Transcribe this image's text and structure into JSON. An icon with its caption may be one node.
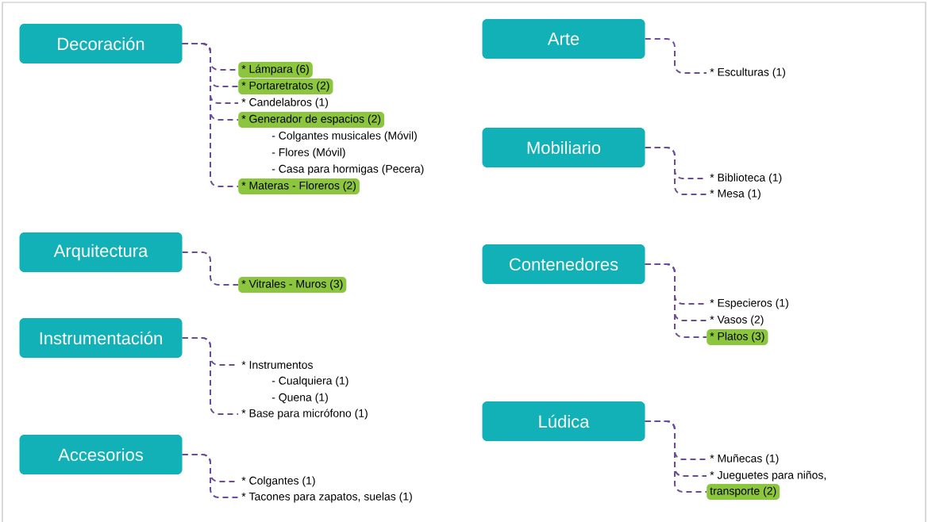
{
  "diagram": {
    "nodes": [
      {
        "text": [
          "Decoración"
        ]
      },
      {
        "text": [
          "* Lámpara (6)"
        ]
      },
      {
        "text": [
          "* Portaretratos (2)"
        ]
      },
      {
        "text": [
          "* Candelabros (1)"
        ]
      },
      {
        "text": [
          "* Generador de espacios (2)"
        ],
        "beside": [
          "- Colgantes musicales (Móvil)",
          "- Flores (Móvil)",
          "- Casa para hormigas (Pecera)"
        ]
      },
      {
        "text": [
          "* Materas - Floreros (2)"
        ]
      },
      {
        "text": [
          "Arquitectura"
        ]
      },
      {
        "text": [
          "* Vitrales - Muros (3)"
        ]
      },
      {
        "text": [
          "Instrumentación"
        ]
      },
      {
        "text": [
          "* Instrumentos"
        ],
        "beside": [
          "- Cualquiera (1)",
          "- Quena (1)"
        ]
      },
      {
        "text": [
          "* Base para micrófono (1)"
        ]
      },
      {
        "text": [
          "Accesorios"
        ]
      },
      {
        "text": [
          "* Colgantes (1)"
        ]
      },
      {
        "text": [
          "* Tacones para zapatos, suelas (1)"
        ]
      },
      {
        "text": [
          "Arte"
        ]
      },
      {
        "text": [
          "* Esculturas (1)"
        ]
      },
      {
        "text": [
          "Mobiliario"
        ]
      },
      {
        "text": [
          "* Biblioteca (1)"
        ]
      },
      {
        "text": [
          "* Mesa (1)"
        ]
      },
      {
        "text": [
          "Contenedores"
        ]
      },
      {
        "text": [
          "* Especieros (1)"
        ]
      },
      {
        "text": [
          "* Vasos (2)"
        ]
      },
      {
        "text": [
          "* Platos (3)"
        ]
      },
      {
        "text": [
          "Lúdica"
        ]
      },
      {
        "text": [
          "* Muñecas (1)"
        ]
      },
      {
        "text": [
          "* Jueguetes para niños,"
        ]
      },
      {
        "text": [
          "transporte (2)"
        ]
      }
    ],
    "edges": [
      {
        "from": 0,
        "to": 1,
        "arrow": "none",
        "style": "dashed"
      },
      {
        "from": 0,
        "to": 2,
        "arrow": "none",
        "style": "dashed"
      },
      {
        "from": 0,
        "to": 3,
        "arrow": "none",
        "style": "dashed"
      },
      {
        "from": 0,
        "to": 4,
        "arrow": "none",
        "style": "dashed"
      },
      {
        "from": 0,
        "to": 5,
        "arrow": "none",
        "style": "dashed"
      },
      {
        "from": 6,
        "to": 7,
        "arrow": "none",
        "style": "dashed"
      },
      {
        "from": 8,
        "to": 9,
        "arrow": "none",
        "style": "dashed"
      },
      {
        "from": 8,
        "to": 10,
        "arrow": "none",
        "style": "dashed"
      },
      {
        "from": 11,
        "to": 12,
        "arrow": "none",
        "style": "dashed"
      },
      {
        "from": 11,
        "to": 13,
        "arrow": "none",
        "style": "dashed"
      },
      {
        "from": 14,
        "to": 15,
        "arrow": "none",
        "style": "dashed"
      },
      {
        "from": 16,
        "to": 17,
        "arrow": "none",
        "style": "dashed"
      },
      {
        "from": 16,
        "to": 18,
        "arrow": "none",
        "style": "dashed"
      },
      {
        "from": 19,
        "to": 20,
        "arrow": "none",
        "style": "dashed"
      },
      {
        "from": 19,
        "to": 21,
        "arrow": "none",
        "style": "dashed"
      },
      {
        "from": 19,
        "to": 22,
        "arrow": "none",
        "style": "dashed"
      },
      {
        "from": 23,
        "to": 24,
        "arrow": "none",
        "style": "dashed"
      },
      {
        "from": 23,
        "to": 25,
        "arrow": "none",
        "style": "dashed"
      },
      {
        "from": 23,
        "to": 26,
        "arrow": "none",
        "style": "dashed"
      }
    ]
  }
}
